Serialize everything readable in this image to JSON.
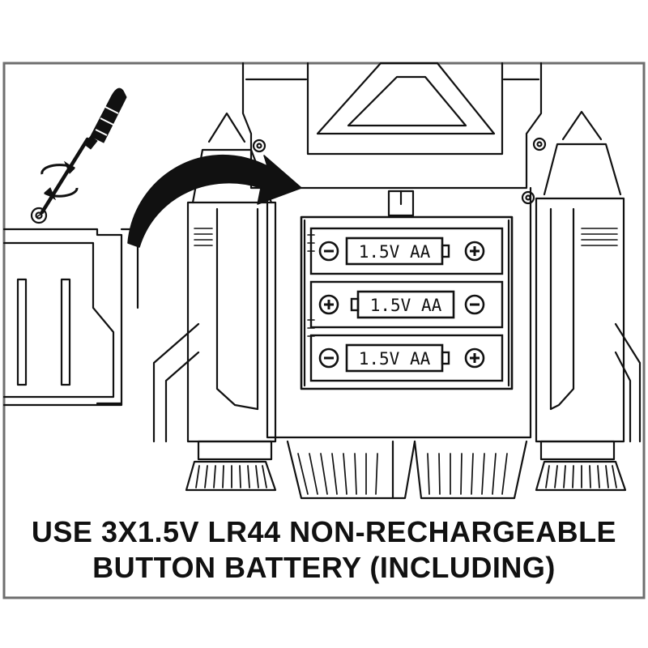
{
  "battery": {
    "label": "1.5V AA",
    "count": 3,
    "minus_symbol": "−",
    "plus_symbol": "+"
  },
  "instruction": {
    "line1": "USE 3X1.5V LR44 NON-RECHARGEABLE",
    "line2": "BUTTON BATTERY (INCLUDING)"
  },
  "colors": {
    "ink": "#111111",
    "paper": "#ffffff",
    "frame": "#6e6e6e"
  }
}
